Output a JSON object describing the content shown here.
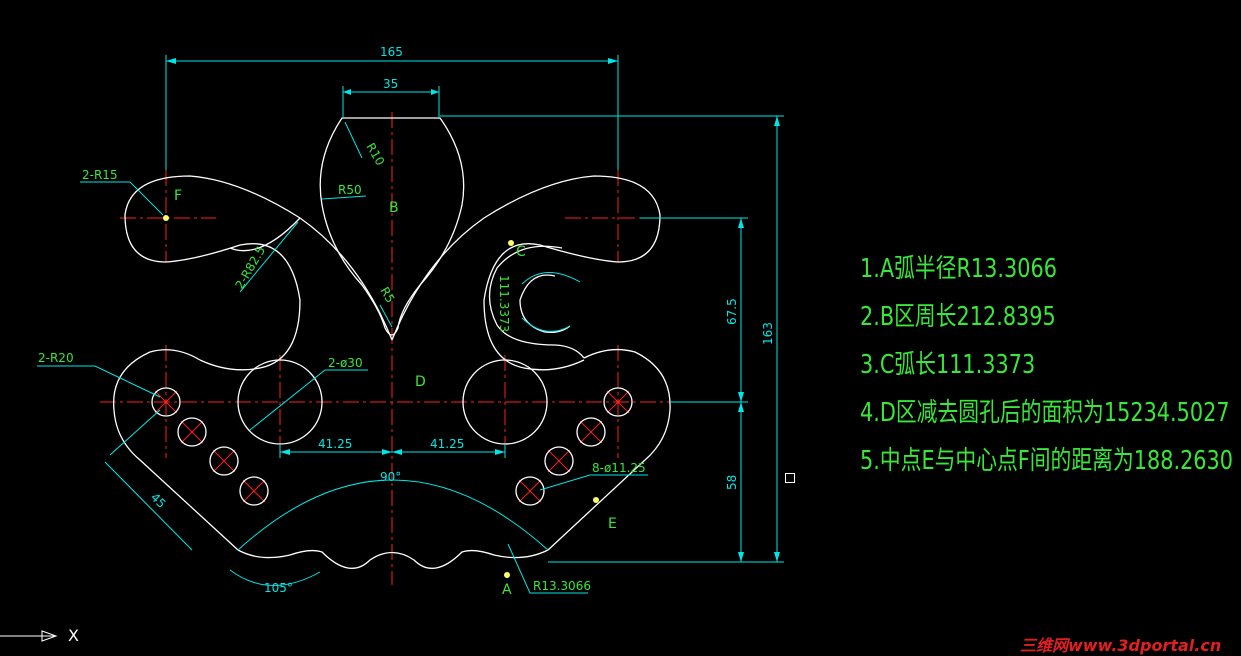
{
  "drawing": {
    "colors": {
      "background": "#000000",
      "outline": "#ffffff",
      "centerline": "#ff2020",
      "dimension": "#00e6e6",
      "text": "#39e639",
      "point": "#ffff66",
      "watermark": "#e02020"
    },
    "dimensions": {
      "overall_width": "165",
      "top_width": "35",
      "overall_height": "163",
      "right_upper": "67.5",
      "right_lower": "58",
      "left_offset": "41.25",
      "right_offset": "41.25",
      "angle_top": "90°",
      "angle_bottom": "105°",
      "diagonal": "45"
    },
    "leaders": {
      "r15": "2-R15",
      "r20": "2-R20",
      "r10": "R10",
      "r50": "R50",
      "r5": "R5",
      "r825": "2-R82.5",
      "phi30": "2-ø30",
      "phi1125": "8-ø11.25",
      "ra": "R13.3066",
      "arc_c": "111.3373"
    },
    "point_labels": {
      "a": "A",
      "b": "B",
      "c": "C",
      "d": "D",
      "e": "E",
      "f": "F"
    },
    "axis": {
      "x_label": "X"
    }
  },
  "results": [
    "1.A弧半径R13.3066",
    "2.B区周长212.8395",
    "3.C弧长111.3373",
    "4.D区减去圆孔后的面积为15234.5027",
    "5.中点E与中心点F间的距离为188.2630"
  ],
  "watermark": "三维网www.3dportal.cn"
}
